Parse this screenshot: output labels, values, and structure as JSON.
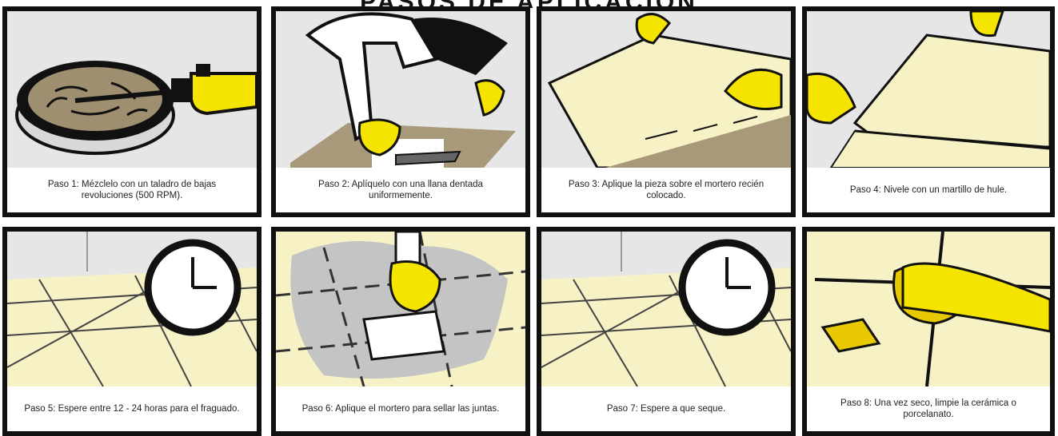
{
  "title": "PASOS DE APLICACIÓN",
  "steps": [
    {
      "caption": "Paso 1: Mézclelo con un taladro de bajas revoluciones (500 RPM).",
      "icon": "drill-mixing-icon"
    },
    {
      "caption": "Paso 2: Aplíquelo con una llana dentada uniformemente.",
      "icon": "trowel-spreading-icon"
    },
    {
      "caption": "Paso 3: Aplique la pieza sobre el mortero recién colocado.",
      "icon": "tile-placing-icon"
    },
    {
      "caption": "Paso 4: Nivele con un martillo de hule.",
      "icon": "tile-leveling-icon"
    },
    {
      "caption": "Paso 5: Espere entre 12 - 24 horas para el fraguado.",
      "icon": "clock-icon"
    },
    {
      "caption": "Paso 6: Aplique el mortero para sellar las juntas.",
      "icon": "grout-joints-icon"
    },
    {
      "caption": "Paso 7: Espere a que seque.",
      "icon": "clock-icon"
    },
    {
      "caption": "Paso 8: Una vez seco, limpie la cerámica o porcelanato.",
      "icon": "sponge-cleaning-icon"
    }
  ],
  "colors": {
    "glove": "#f5e400",
    "tile": "#f7f1c6",
    "mortar": "#a8997a",
    "wall": "#e6e6e6",
    "border": "#111111"
  }
}
